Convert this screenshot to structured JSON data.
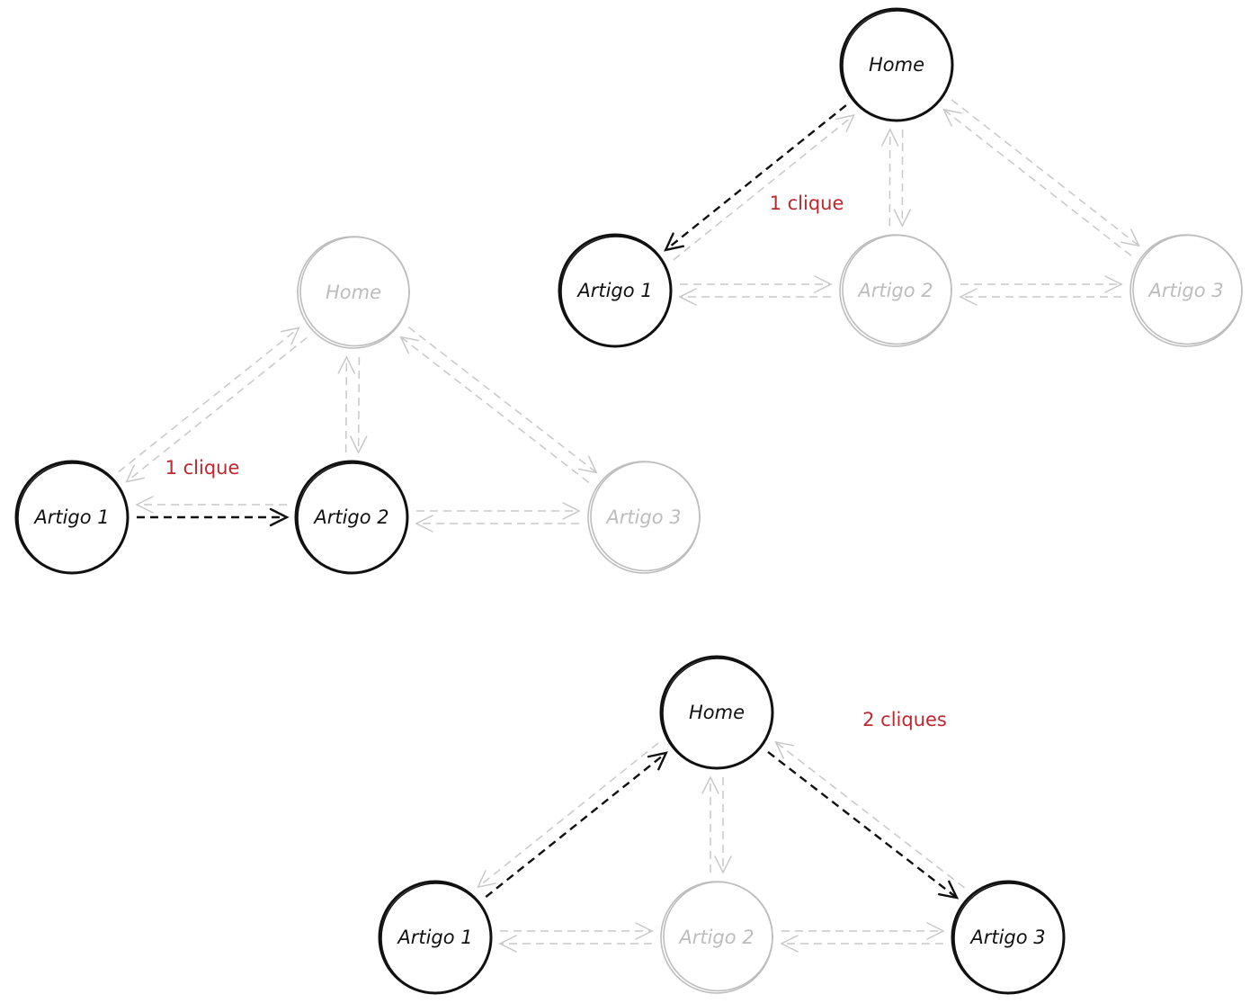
{
  "diagrams": [
    {
      "id": "top-right",
      "note": "1 clique",
      "nodes": [
        {
          "id": "home",
          "label": "Home",
          "active": true
        },
        {
          "id": "a1",
          "label": "Artigo 1",
          "active": true
        },
        {
          "id": "a2",
          "label": "Artigo 2",
          "active": false
        },
        {
          "id": "a3",
          "label": "Artigo 3",
          "active": false
        }
      ],
      "active_path": [
        "home",
        "a1"
      ]
    },
    {
      "id": "middle-left",
      "note": "1 clique",
      "nodes": [
        {
          "id": "home",
          "label": "Home",
          "active": false
        },
        {
          "id": "a1",
          "label": "Artigo 1",
          "active": true
        },
        {
          "id": "a2",
          "label": "Artigo 2",
          "active": true
        },
        {
          "id": "a3",
          "label": "Artigo 3",
          "active": false
        }
      ],
      "active_path": [
        "a1",
        "a2"
      ]
    },
    {
      "id": "bottom",
      "note": "2 cliques",
      "nodes": [
        {
          "id": "home",
          "label": "Home",
          "active": true
        },
        {
          "id": "a1",
          "label": "Artigo 1",
          "active": true
        },
        {
          "id": "a2",
          "label": "Artigo 2",
          "active": false
        },
        {
          "id": "a3",
          "label": "Artigo 3",
          "active": true
        }
      ],
      "active_path": [
        "a1",
        "home",
        "a3"
      ]
    }
  ],
  "colors": {
    "active": "#111111",
    "inactive": "#bdbdbd",
    "note": "#c0262d"
  }
}
